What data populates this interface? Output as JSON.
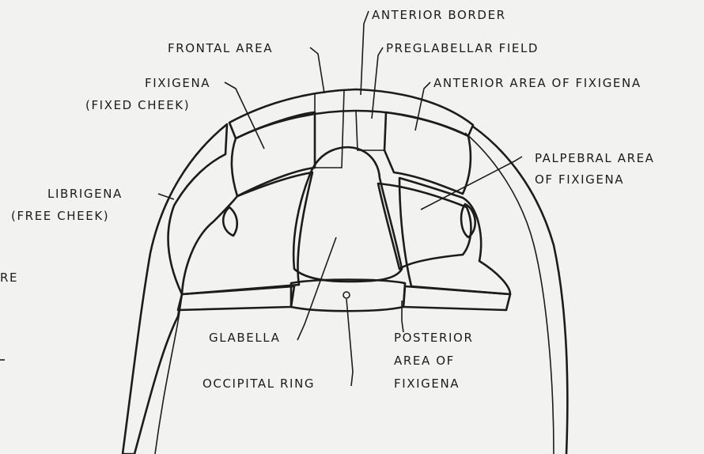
{
  "labels": {
    "anterior_border": "ANTERIOR BORDER",
    "frontal_area": "FRONTAL AREA",
    "preglabellar_field": "PREGLABELLAR FIELD",
    "fixigena": "FIXIGENA",
    "fixed_cheek": "(FIXED CHEEK)",
    "anterior_area_fixigena": "ANTERIOR AREA OF FIXIGENA",
    "palpebral_area_1": "PALPEBRAL AREA",
    "palpebral_area_2": "OF FIXIGENA",
    "librigena": "LIBRIGENA",
    "free_cheek": "(FREE CHEEK)",
    "cut_off": "RE",
    "glabella": "GLABELLA",
    "occipital_ring": "OCCIPITAL RING",
    "posterior_1": "POSTERIOR",
    "posterior_2": "AREA OF",
    "posterior_3": "FIXIGENA"
  },
  "colors": {
    "background": "#f2f3f0",
    "ink": "#1c1c1c"
  }
}
